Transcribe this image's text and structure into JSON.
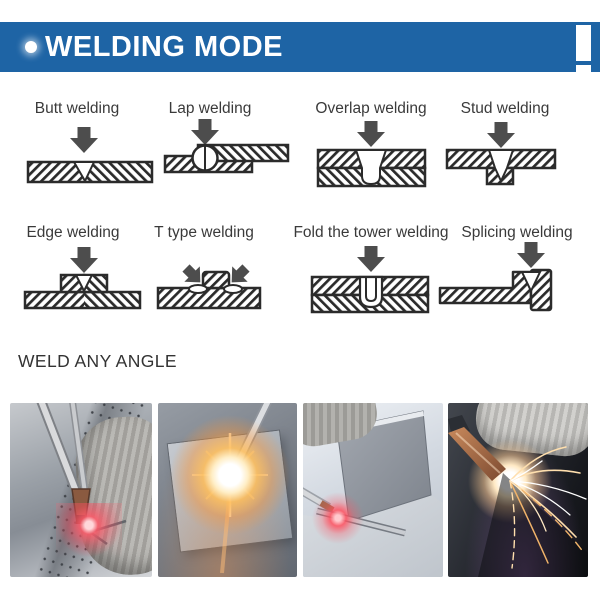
{
  "header": {
    "title": "WELDING MODE",
    "bullet_icon": "white-dot",
    "exclamation_icon": "exclamation-mark",
    "bar_color": "#1e64a5",
    "text_color": "#ffffff"
  },
  "modes": {
    "row1": [
      {
        "label": "Butt welding"
      },
      {
        "label": "Lap welding"
      },
      {
        "label": "Overlap welding"
      },
      {
        "label": "Stud welding"
      }
    ],
    "row2": [
      {
        "label": "Edge welding"
      },
      {
        "label": "T type welding"
      },
      {
        "label": "Fold the tower welding"
      },
      {
        "label": "Splicing welding"
      }
    ]
  },
  "subtitle": {
    "text": "WELD ANY ANGLE"
  },
  "photos": [
    {
      "name": "laser-aim-with-gloved-hand"
    },
    {
      "name": "bright-weld-spark-on-plate"
    },
    {
      "name": "angle-bracket-laser-weld"
    },
    {
      "name": "spray-of-welding-sparks"
    }
  ],
  "colors": {
    "accent_blue": "#1e64a5",
    "diagram_ink": "#2b2b2b",
    "arrow_gray": "#4d4d4d",
    "label_gray": "#3a3a3a",
    "laser_red": "#ff5064",
    "spark_orange": "#ffb347"
  }
}
